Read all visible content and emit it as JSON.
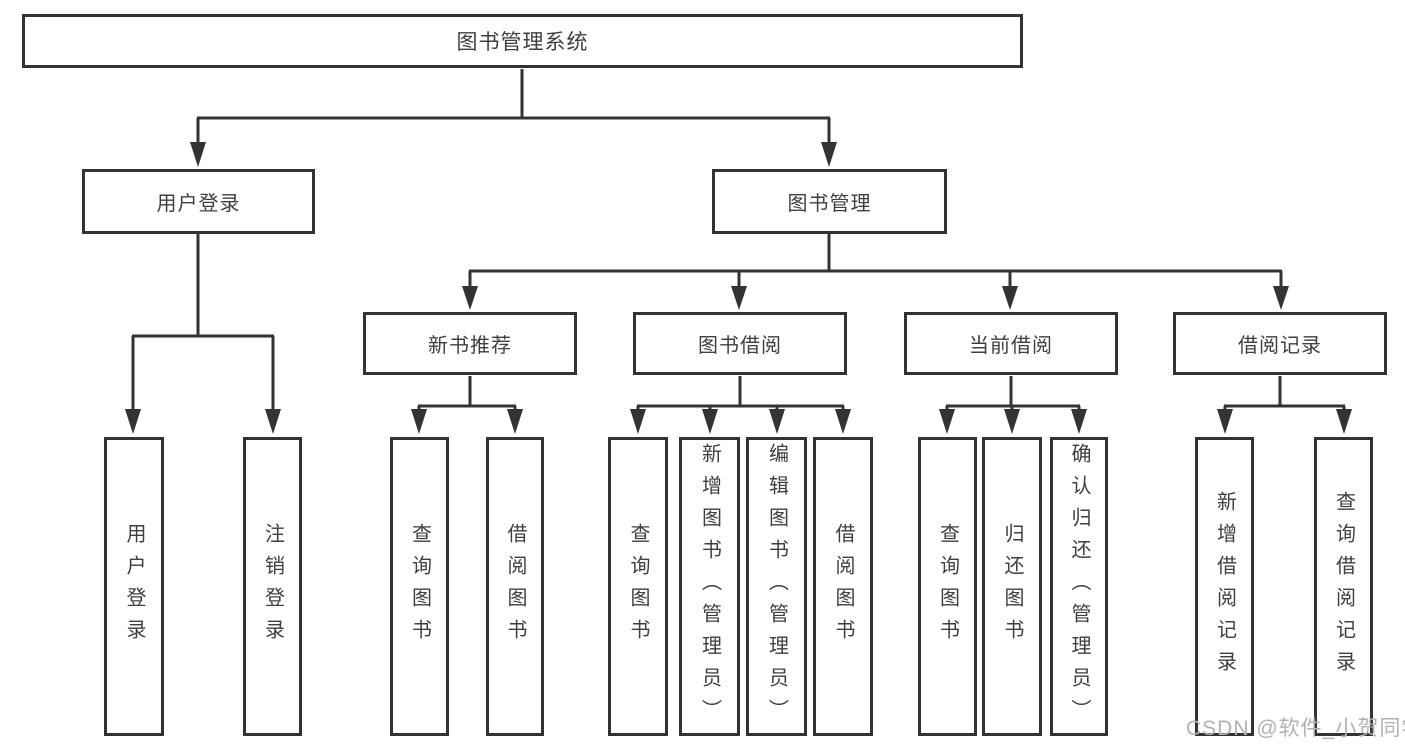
{
  "colors": {
    "line": "#333333",
    "text": "#3f3f3f",
    "background": "#ffffff",
    "watermark_color": "#b2b2b2"
  },
  "watermark": {
    "text": "CSDN @软件_小贺同学"
  },
  "diagram": {
    "root": {
      "label": "图书管理系统"
    },
    "branches": [
      {
        "label": "用户登录",
        "children": [
          {
            "label": "用户登录"
          },
          {
            "label": "注销登录"
          }
        ]
      },
      {
        "label": "图书管理",
        "children": [
          {
            "label": "新书推荐",
            "children": [
              {
                "label": "查询图书"
              },
              {
                "label": "借阅图书"
              }
            ]
          },
          {
            "label": "图书借阅",
            "children": [
              {
                "label": "查询图书"
              },
              {
                "label": "新增图书（管理员）"
              },
              {
                "label": "编辑图书（管理员）"
              },
              {
                "label": "借阅图书"
              }
            ]
          },
          {
            "label": "当前借阅",
            "children": [
              {
                "label": "查询图书"
              },
              {
                "label": "归还图书"
              },
              {
                "label": "确认归还（管理员）"
              }
            ]
          },
          {
            "label": "借阅记录",
            "children": [
              {
                "label": "新增借阅记录"
              },
              {
                "label": "查询借阅记录"
              }
            ]
          }
        ]
      }
    ]
  }
}
